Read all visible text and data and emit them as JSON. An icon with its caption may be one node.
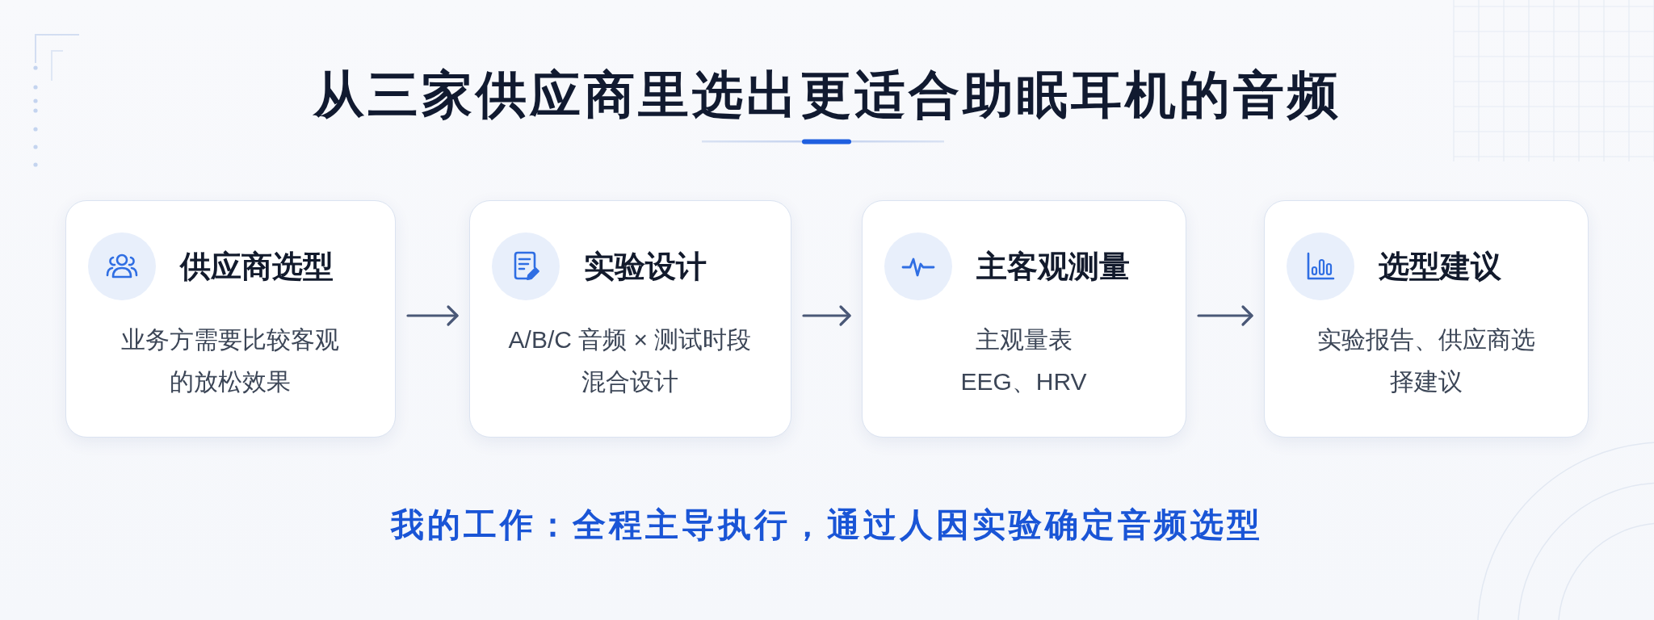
{
  "diagram": {
    "title": "从三家供应商里选出更适合助眠耳机的音频",
    "nodes": [
      {
        "text": [
          "供应商选型",
          "业务方需要比较客观的放松效果"
        ]
      },
      {
        "text": [
          "实验设计",
          "A/B/C 音频 × 测试时段混合设计"
        ]
      },
      {
        "text": [
          "主客观测量",
          "主观量表",
          "EEG、HRV"
        ]
      },
      {
        "text": [
          "选型建议",
          "实验报告、供应商选择建议"
        ]
      }
    ],
    "edges": [
      {
        "from": 0,
        "to": 1,
        "arrow": "to"
      },
      {
        "from": 1,
        "to": 2,
        "arrow": "to"
      },
      {
        "from": 2,
        "to": 3,
        "arrow": "to"
      }
    ],
    "labels": [
      "我的工作：全程主导执行，通过人因实验确定音频选型"
    ]
  }
}
